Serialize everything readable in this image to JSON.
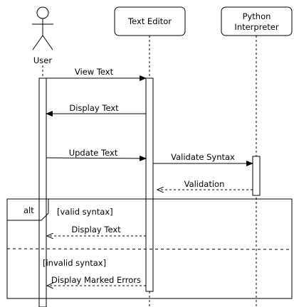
{
  "participants": [
    {
      "id": "user",
      "label": "User",
      "kind": "actor"
    },
    {
      "id": "editor",
      "label": "Text Editor",
      "kind": "box"
    },
    {
      "id": "python",
      "label_lines": [
        "Python",
        "Interpreter"
      ],
      "kind": "box"
    }
  ],
  "messages": [
    {
      "label": "View Text",
      "style": "solid"
    },
    {
      "label": "Display Text",
      "style": "solid"
    },
    {
      "label": "Update Text",
      "style": "solid"
    },
    {
      "label": "Validate Syntax",
      "style": "solid"
    },
    {
      "label": "Validation",
      "style": "dashed"
    },
    {
      "label": "Display Text",
      "style": "dashed"
    },
    {
      "label": "Display Marked Errors",
      "style": "dashed"
    }
  ],
  "fragment": {
    "operator": "alt",
    "guards": [
      "[valid syntax]",
      "[invalid syntax]"
    ]
  }
}
